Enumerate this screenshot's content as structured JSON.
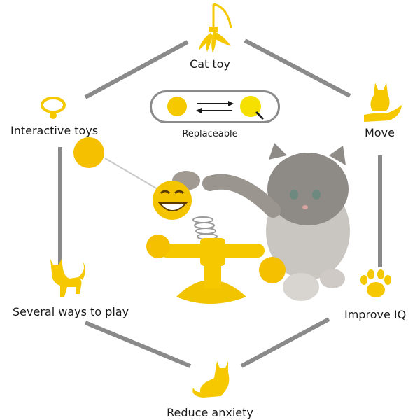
{
  "labels": {
    "cat_toy": "Cat toy",
    "interactive_toys": "Interactive toys",
    "move": "Move",
    "several_ways": "Several ways to play",
    "improve_iq": "Improve IQ",
    "reduce_anxiety": "Reduce anxiety",
    "replaceable": "Replaceable"
  },
  "icons": {
    "top": "feather-teaser-icon",
    "top_left": "cat-collar-icon",
    "top_right": "cat-on-hand-icon",
    "bottom_left": "walking-cat-icon",
    "bottom_right": "paw-print-icon",
    "bottom": "sitting-cat-icon",
    "swap": "swap-arrows-icon"
  },
  "colors": {
    "accent": "#f5c800",
    "line": "#8a8a8a",
    "text": "#1a1a1a"
  }
}
